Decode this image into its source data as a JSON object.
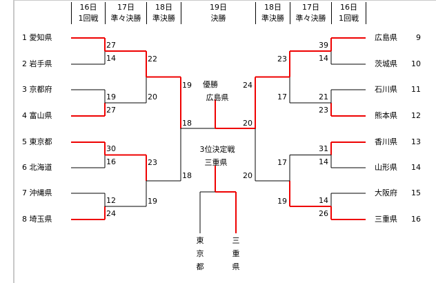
{
  "header": {
    "left": [
      {
        "day": "16日",
        "round": "1回戦"
      },
      {
        "day": "17日",
        "round": "準々決勝"
      },
      {
        "day": "18日",
        "round": "準決勝"
      }
    ],
    "center": {
      "day": "19日",
      "round": "決勝"
    },
    "right": [
      {
        "day": "18日",
        "round": "準決勝"
      },
      {
        "day": "17日",
        "round": "準々決勝"
      },
      {
        "day": "16日",
        "round": "1回戦"
      }
    ]
  },
  "teams_left": [
    {
      "seed": "1",
      "name": "愛知県"
    },
    {
      "seed": "2",
      "name": "岩手県"
    },
    {
      "seed": "3",
      "name": "京都府"
    },
    {
      "seed": "4",
      "name": "富山県"
    },
    {
      "seed": "5",
      "name": "東京都"
    },
    {
      "seed": "6",
      "name": "北海道"
    },
    {
      "seed": "7",
      "name": "沖縄県"
    },
    {
      "seed": "8",
      "name": "埼玉県"
    }
  ],
  "teams_right": [
    {
      "seed": "9",
      "name": "広島県"
    },
    {
      "seed": "10",
      "name": "茨城県"
    },
    {
      "seed": "11",
      "name": "石川県"
    },
    {
      "seed": "12",
      "name": "熊本県"
    },
    {
      "seed": "13",
      "name": "香川県"
    },
    {
      "seed": "14",
      "name": "山形県"
    },
    {
      "seed": "15",
      "name": "大阪府"
    },
    {
      "seed": "16",
      "name": "三重県"
    }
  ],
  "scores_left": {
    "r1": [
      [
        "27",
        "14"
      ],
      [
        "19",
        "27"
      ],
      [
        "30",
        "16"
      ],
      [
        "12",
        "24"
      ]
    ],
    "qf": [
      [
        "22",
        "20"
      ],
      [
        "23",
        "19"
      ]
    ],
    "sf": [
      [
        "19",
        "18"
      ]
    ],
    "final": "18",
    "third": "18"
  },
  "scores_right": {
    "r1": [
      [
        "39",
        "14"
      ],
      [
        "21",
        "23"
      ],
      [
        "31",
        "14"
      ],
      [
        "14",
        "26"
      ]
    ],
    "qf": [
      [
        "23",
        "17"
      ],
      [
        "17",
        "19"
      ]
    ],
    "sf": [
      [
        "24",
        "20"
      ]
    ],
    "final": "20",
    "third": "20"
  },
  "results": {
    "champion_label": "優勝",
    "champion": "広島県",
    "third_label": "3位決定戦",
    "third_winner": "三重県",
    "third_left_team": "東京都",
    "third_right_team": "三重県"
  },
  "colors": {
    "win": "#ee0000",
    "lose": "#000000"
  }
}
